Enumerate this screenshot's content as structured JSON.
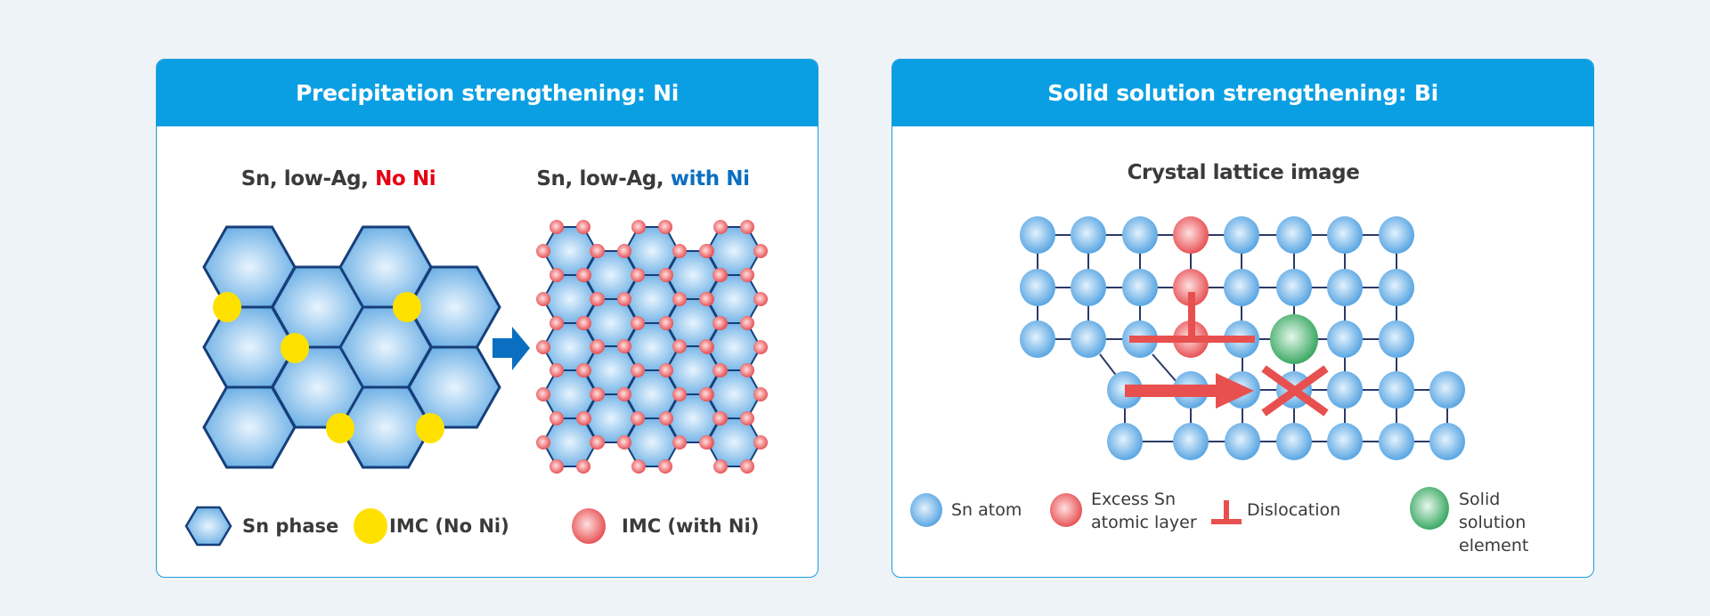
{
  "left_panel": {
    "title": "Precipitation strengthening: Ni",
    "subtitle_left_prefix": "Sn, low-Ag, ",
    "subtitle_left_highlight": "No Ni",
    "subtitle_right_prefix": "Sn, low-Ag, ",
    "subtitle_right_highlight": "with Ni",
    "legend": [
      "Sn phase",
      "IMC (No Ni)",
      "IMC (with Ni)"
    ]
  },
  "right_panel": {
    "title": "Solid solution strengthening: Bi",
    "subtitle": "Crystal lattice image",
    "legend": {
      "sn_atom": "Sn atom",
      "excess_line1": "Excess Sn",
      "excess_line2": "atomic layer",
      "dislocation": "Dislocation",
      "solid_line1": "Solid",
      "solid_line2": "solution",
      "solid_line3": "element"
    }
  },
  "colors": {
    "header": "#0a9fe2",
    "highlight_red": "#e60012",
    "highlight_blue": "#0a6fc0",
    "imc_yellow": "#ffe100",
    "dislocation_red": "#e8504f"
  }
}
